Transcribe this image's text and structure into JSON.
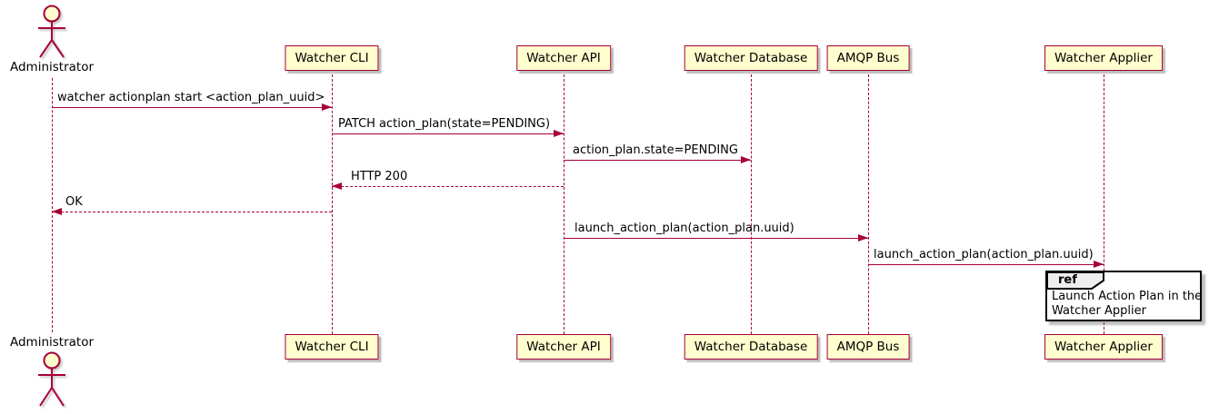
{
  "diagram": {
    "type": "sequence-diagram",
    "actor": {
      "name": "Administrator"
    },
    "participants": [
      {
        "name": "Watcher CLI"
      },
      {
        "name": "Watcher API"
      },
      {
        "name": "Watcher Database"
      },
      {
        "name": "AMQP Bus"
      },
      {
        "name": "Watcher Applier"
      }
    ],
    "messages": [
      {
        "from": "Administrator",
        "to": "Watcher CLI",
        "text": "watcher actionplan start <action_plan_uuid>",
        "line_style": "solid"
      },
      {
        "from": "Watcher CLI",
        "to": "Watcher API",
        "text": "PATCH action_plan(state=PENDING)",
        "line_style": "solid"
      },
      {
        "from": "Watcher API",
        "to": "Watcher Database",
        "text": "action_plan.state=PENDING",
        "line_style": "solid"
      },
      {
        "from": "Watcher API",
        "to": "Watcher CLI",
        "text": "HTTP 200",
        "line_style": "dashed"
      },
      {
        "from": "Watcher CLI",
        "to": "Administrator",
        "text": "OK",
        "line_style": "dashed"
      },
      {
        "from": "Watcher API",
        "to": "AMQP Bus",
        "text": "launch_action_plan(action_plan.uuid)",
        "line_style": "solid"
      },
      {
        "from": "AMQP Bus",
        "to": "Watcher Applier",
        "text": "launch_action_plan(action_plan.uuid)",
        "line_style": "solid"
      }
    ],
    "ref_fragment": {
      "keyword": "ref",
      "over": "Watcher Applier",
      "line1": "Launch Action Plan in the",
      "line2": "Watcher Applier"
    },
    "colors": {
      "participant_fill": "#FEFECE",
      "stroke": "#A80036",
      "ref_tab_fill": "#EEEEEE",
      "ref_border": "#000000",
      "text": "#000000",
      "background": "#FFFFFF"
    }
  }
}
